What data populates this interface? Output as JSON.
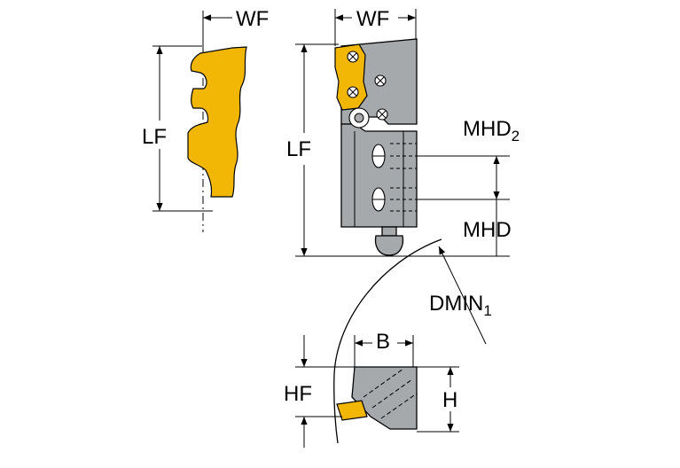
{
  "labels": {
    "wf_left": "WF",
    "lf_left": "LF",
    "wf_right": "WF",
    "lf_right": "LF",
    "mhd2_main": "MHD",
    "mhd2_sub": "2",
    "mhd": "MHD",
    "dmin_main": "DMIN",
    "dmin_sub": "1",
    "b": "B",
    "hf": "HF",
    "h": "H"
  },
  "colors": {
    "insert": "#f2b705",
    "body": "#a6a9ac",
    "line": "#000000"
  }
}
